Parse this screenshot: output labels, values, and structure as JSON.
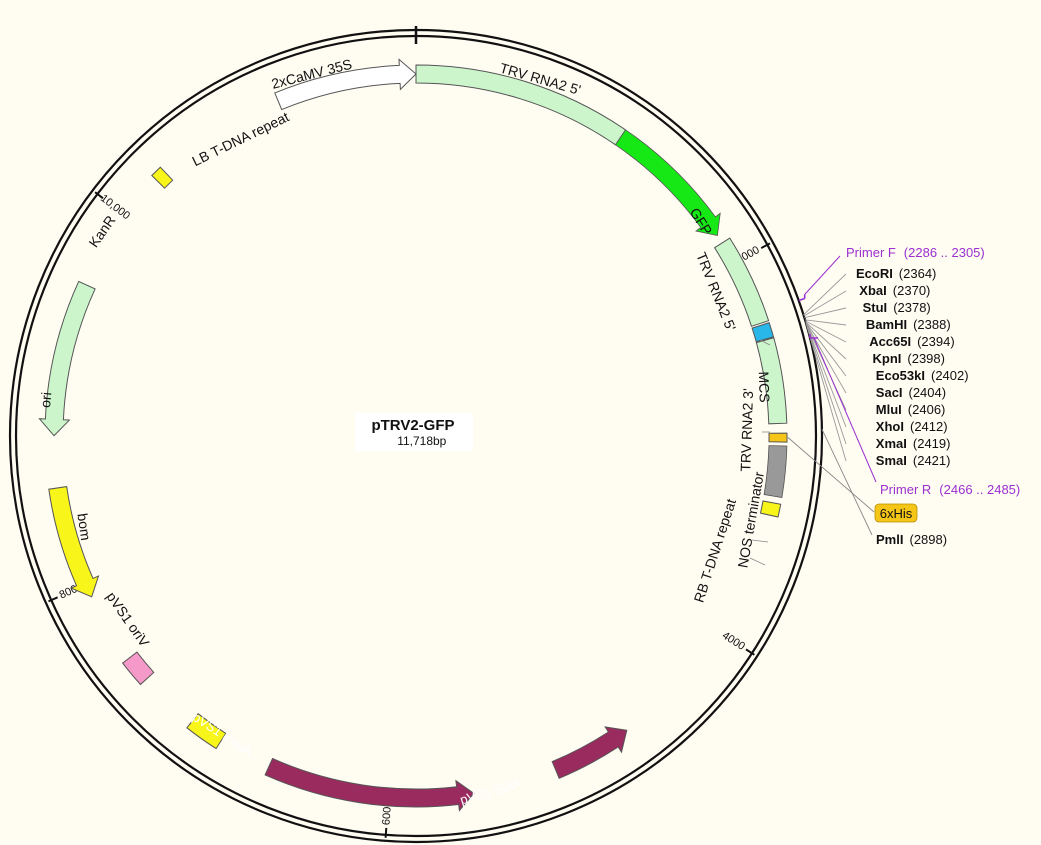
{
  "plasmid": {
    "name": "pTRV2-GFP",
    "length_number": "11,718",
    "length_unit": "bp",
    "size": 11718
  },
  "ticks": [
    {
      "pos": 2000,
      "label": "2000"
    },
    {
      "pos": 4000,
      "label": "4000"
    },
    {
      "pos": 6000,
      "label": "6000"
    },
    {
      "pos": 8000,
      "label": "8000"
    },
    {
      "pos": 10000,
      "label": "10,000"
    }
  ],
  "features": [
    {
      "id": "trv-rna2-5-a",
      "label": "TRV RNA2  5'",
      "start": 0,
      "end": 1120,
      "color": "#ccf5cc",
      "arrow": false
    },
    {
      "id": "gfp",
      "label": "GFP",
      "start": 1120,
      "end": 1835,
      "color": "#16e816",
      "arrow": true
    },
    {
      "id": "trv-rna2-5-b",
      "label": "TRV RNA2 5'",
      "start": 1880,
      "end": 2340,
      "color": "#ccf5cc",
      "arrow": false
    },
    {
      "id": "mcs",
      "label": "MCS",
      "start": 2350,
      "end": 2425,
      "color": "#29b6e8",
      "arrow": false
    },
    {
      "id": "trv-rna2-3",
      "label": "TRV RNA2 3'",
      "start": 2430,
      "end": 2865,
      "color": "#ccf5cc",
      "arrow": false
    },
    {
      "id": "his-tag",
      "label": "",
      "start": 2915,
      "end": 2960,
      "color": "#f5c518",
      "arrow": false
    },
    {
      "id": "nos-terminator",
      "label": "NOS terminator",
      "start": 2980,
      "end": 3240,
      "color": "#999999",
      "arrow": false
    },
    {
      "id": "rb-t-dna",
      "label": "RB T-DNA repeat",
      "start": 3275,
      "end": 3340,
      "color": "#f7f51a",
      "arrow": false
    },
    {
      "id": "pvs1-staa",
      "label": "pVS1 StaA",
      "start": 4700,
      "end": 5120,
      "color": "#9a2b5e",
      "arrow": true,
      "dir": -1
    },
    {
      "id": "pvs1-repa",
      "label": "pVS1 RepA",
      "start": 5560,
      "end": 6640,
      "color": "#9a2b5e",
      "arrow": true,
      "dir": -1
    },
    {
      "id": "pvs1-oriv",
      "label": "pVS1 oriV",
      "start": 6920,
      "end": 7100,
      "color": "#f7f51a",
      "arrow": false
    },
    {
      "id": "bom",
      "label": "bom",
      "start": 7420,
      "end": 7560,
      "color": "#f59ac8",
      "arrow": false
    },
    {
      "id": "ori",
      "label": "ori",
      "start": 7930,
      "end": 8520,
      "color": "#f7f51a",
      "arrow": true,
      "dir": -1
    },
    {
      "id": "kanr",
      "label": "KanR",
      "start": 8790,
      "end": 9590,
      "color": "#ccf5cc",
      "arrow": true,
      "dir": -1
    },
    {
      "id": "lb-t-dna",
      "label": "LB T-DNA repeat",
      "start": 10240,
      "end": 10300,
      "color": "#f7f51a",
      "arrow": false
    },
    {
      "id": "camv-35s",
      "label": "2xCaMV 35S",
      "start": 10990,
      "end": 11718,
      "color": "#ffffff",
      "arrow": true
    }
  ],
  "sites": [
    {
      "name": "EcoRI",
      "pos": "2364",
      "bp": 2364
    },
    {
      "name": "XbaI",
      "pos": "2370",
      "bp": 2370
    },
    {
      "name": "StuI",
      "pos": "2378",
      "bp": 2378
    },
    {
      "name": "BamHI",
      "pos": "2388",
      "bp": 2388
    },
    {
      "name": "Acc65I",
      "pos": "2394",
      "bp": 2394
    },
    {
      "name": "KpnI",
      "pos": "2398",
      "bp": 2398
    },
    {
      "name": "Eco53kI",
      "pos": "2402",
      "bp": 2402
    },
    {
      "name": "SacI",
      "pos": "2404",
      "bp": 2404
    },
    {
      "name": "MluI",
      "pos": "2406",
      "bp": 2406
    },
    {
      "name": "XhoI",
      "pos": "2412",
      "bp": 2412
    },
    {
      "name": "XmaI",
      "pos": "2419",
      "bp": 2419
    },
    {
      "name": "SmaI",
      "pos": "2421",
      "bp": 2421
    }
  ],
  "primers": [
    {
      "name": "Primer F",
      "range": "(2286 .. 2305)",
      "bp": 2295
    },
    {
      "name": "Primer R",
      "range": "(2466 .. 2485)",
      "bp": 2475
    }
  ],
  "his_tag": {
    "label": "6xHis",
    "bp": 2937
  },
  "pmli": {
    "name": "PmlI",
    "pos": "2898",
    "bp": 2898
  },
  "colors": {
    "primer": "#9b30d0",
    "his_box": "#f5c518",
    "background": "#fffcf2"
  }
}
